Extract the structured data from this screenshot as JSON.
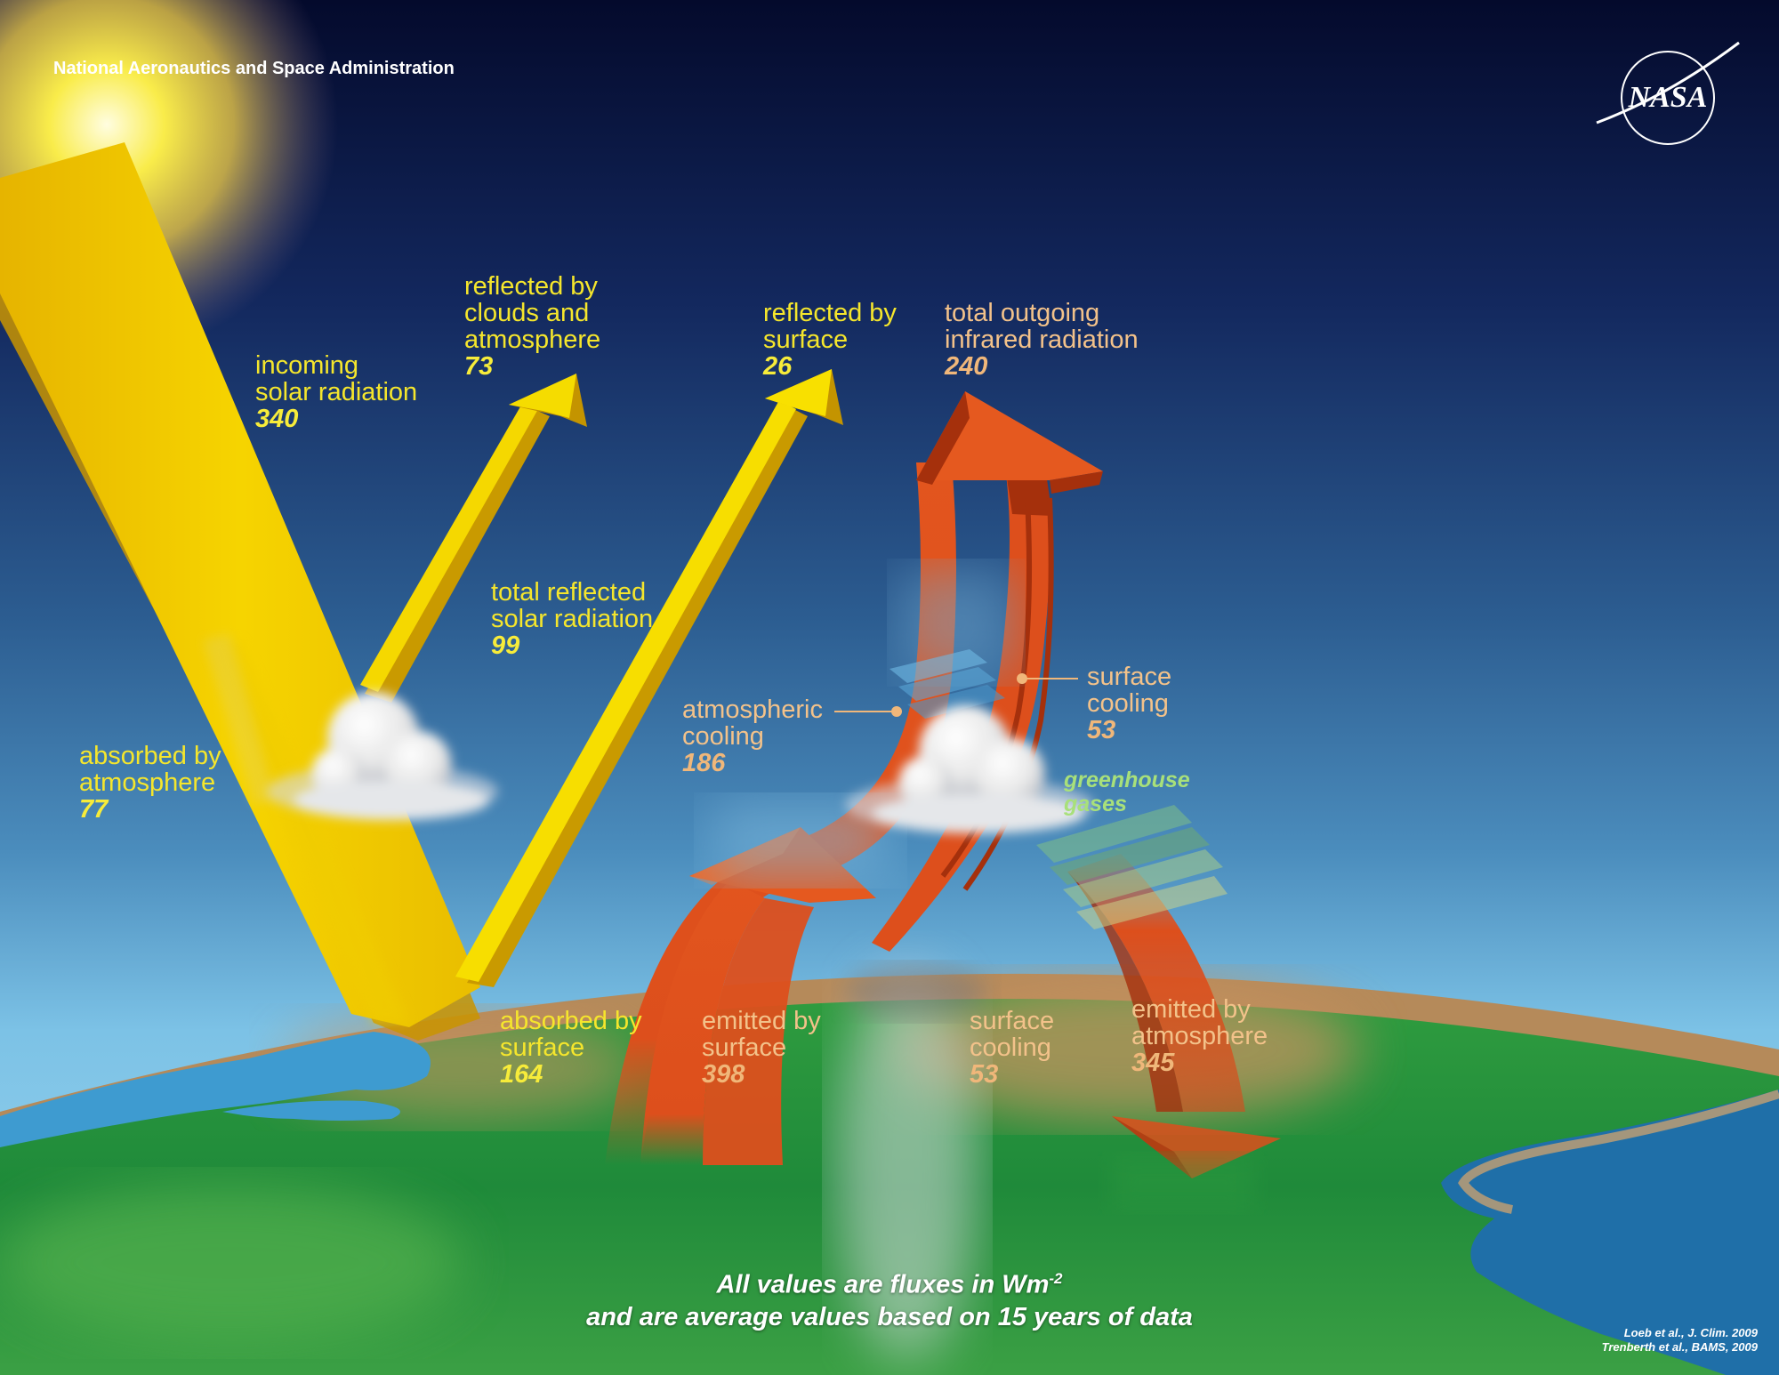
{
  "header": {
    "agency": "National Aeronautics and Space Administration",
    "logo_text": "NASA"
  },
  "labels": {
    "incoming": {
      "line1": "incoming",
      "line2": "solar radiation",
      "value": "340"
    },
    "reflected_clouds": {
      "line1": "reflected by",
      "line2": "clouds and",
      "line3": "atmosphere",
      "value": "73"
    },
    "reflected_surface": {
      "line1": "reflected by",
      "line2": "surface",
      "value": "26"
    },
    "total_outgoing": {
      "line1": "total outgoing",
      "line2": "infrared radiation",
      "value": "240"
    },
    "total_reflected": {
      "line1": "total reflected",
      "line2": "solar radiation",
      "value": "99"
    },
    "absorbed_atmosphere": {
      "line1": "absorbed by",
      "line2": "atmosphere",
      "value": "77"
    },
    "atmospheric_cooling": {
      "line1": "atmospheric",
      "line2": "cooling",
      "value": "186"
    },
    "surface_cooling_upper": {
      "line1": "surface",
      "line2": "cooling",
      "value": "53"
    },
    "greenhouse": {
      "line1": "greenhouse",
      "line2": "gases"
    },
    "absorbed_surface": {
      "line1": "absorbed by",
      "line2": "surface",
      "value": "164"
    },
    "emitted_surface": {
      "line1": "emitted by",
      "line2": "surface",
      "value": "398"
    },
    "surface_cooling_lower": {
      "line1": "surface",
      "line2": "cooling",
      "value": "53"
    },
    "emitted_atmosphere": {
      "line1": "emitted by",
      "line2": "atmosphere",
      "value": "345"
    }
  },
  "footnote": {
    "line1_pre": "All values are fluxes in Wm",
    "line1_sup": "-2",
    "line2": "and are average values based on 15 years of data"
  },
  "references": [
    "Loeb et al., J. Clim. 2009",
    "Trenberth et al., BAMS, 2009"
  ],
  "colors": {
    "solar": "#f2c200",
    "solar_light": "#f7e21a",
    "infrared": "#dd4f1c",
    "infrared_dark": "#a5300c",
    "label_yellow": "#f5e62c",
    "label_orange": "#f3c28a",
    "label_green": "#a8e07a"
  },
  "icons": [
    "sun-icon",
    "cloud-icon",
    "greenhouse-layers-icon",
    "nasa-logo-icon"
  ]
}
